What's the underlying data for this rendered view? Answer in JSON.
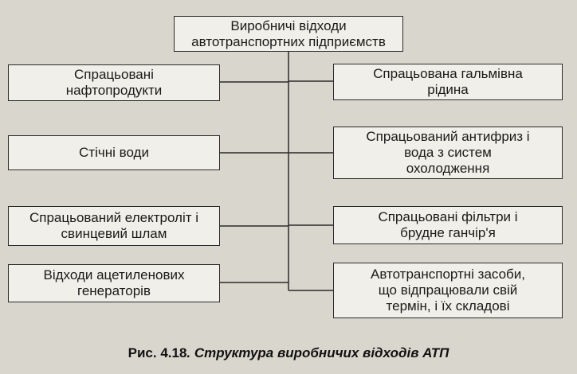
{
  "diagram": {
    "root": {
      "line1": "Виробничі відходи",
      "line2": "автотранспортних підприємств"
    },
    "left": [
      {
        "line1": "Спрацьовані",
        "line2": "нафтопродукти"
      },
      {
        "line1": "Стічні води",
        "line2": ""
      },
      {
        "line1": "Спрацьований електроліт і",
        "line2": "свинцевий шлам"
      },
      {
        "line1": "Відходи ацетиленових",
        "line2": "генераторів"
      }
    ],
    "right": [
      {
        "line1": "Спрацьована гальмівна",
        "line2": "рідина",
        "line3": ""
      },
      {
        "line1": "Спрацьований антифриз і",
        "line2": "вода з систем",
        "line3": "охолодження"
      },
      {
        "line1": "Спрацьовані фільтри і",
        "line2": "брудне ганчір'я",
        "line3": ""
      },
      {
        "line1": "Автотранспортні засоби,",
        "line2": "що відпрацювали свій",
        "line3": "термін, і їх складові"
      }
    ]
  },
  "caption": {
    "number": "Рис. 4.18",
    "title": "Структура виробничих відходів АТП"
  }
}
